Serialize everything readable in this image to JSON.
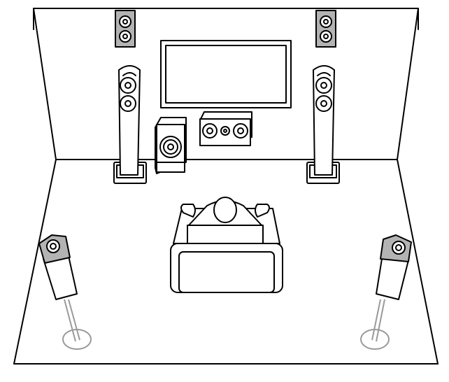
{
  "colors": {
    "outline": "#000000",
    "background": "#ffffff",
    "speaker_grey": "#b3b3b3",
    "stand_grey": "#9a9a9a"
  },
  "elements": [
    "room-outline",
    "tv-screen",
    "center-speaker",
    "subwoofer",
    "front-left-speaker",
    "front-right-speaker",
    "front-left-height-speaker",
    "front-right-height-speaker",
    "surround-left-speaker",
    "surround-right-speaker",
    "listener-sofa"
  ]
}
